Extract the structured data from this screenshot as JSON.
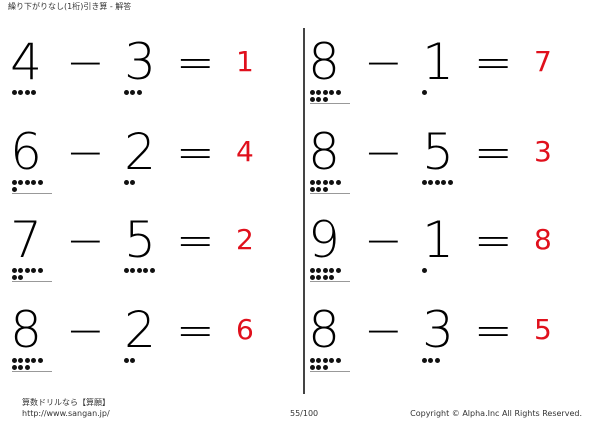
{
  "header": {
    "title": "繰り下がりなし(1桁)引き算 - 解答"
  },
  "problems": [
    {
      "a": "4",
      "b": "3",
      "ans": "1",
      "op": "−",
      "eq": "=",
      "a_dots": 4,
      "b_dots": 3
    },
    {
      "a": "6",
      "b": "2",
      "ans": "4",
      "op": "−",
      "eq": "=",
      "a_dots": 6,
      "b_dots": 2
    },
    {
      "a": "7",
      "b": "5",
      "ans": "2",
      "op": "−",
      "eq": "=",
      "a_dots": 7,
      "b_dots": 5
    },
    {
      "a": "8",
      "b": "2",
      "ans": "6",
      "op": "−",
      "eq": "=",
      "a_dots": 8,
      "b_dots": 2
    },
    {
      "a": "8",
      "b": "1",
      "ans": "7",
      "op": "−",
      "eq": "=",
      "a_dots": 8,
      "b_dots": 1
    },
    {
      "a": "8",
      "b": "5",
      "ans": "3",
      "op": "−",
      "eq": "=",
      "a_dots": 8,
      "b_dots": 5
    },
    {
      "a": "9",
      "b": "1",
      "ans": "8",
      "op": "−",
      "eq": "=",
      "a_dots": 9,
      "b_dots": 1
    },
    {
      "a": "8",
      "b": "3",
      "ans": "5",
      "op": "−",
      "eq": "=",
      "a_dots": 8,
      "b_dots": 3
    }
  ],
  "footer": {
    "site_name": "算数ドリルなら【算願】",
    "url": "http://www.sangan.jp/",
    "page": "55/100",
    "copyright": "Copyright © Alpha.Inc All Rights Reserved."
  }
}
